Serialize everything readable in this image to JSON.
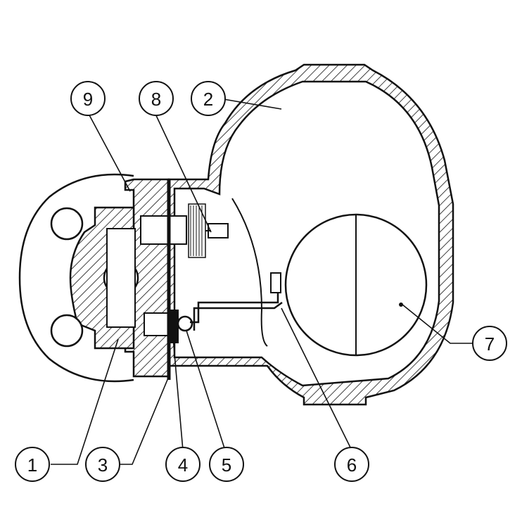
{
  "diagram": {
    "callouts": [
      {
        "id": "callout-1",
        "label": "1"
      },
      {
        "id": "callout-2",
        "label": "2"
      },
      {
        "id": "callout-3",
        "label": "3"
      },
      {
        "id": "callout-4",
        "label": "4"
      },
      {
        "id": "callout-5",
        "label": "5"
      },
      {
        "id": "callout-6",
        "label": "6"
      },
      {
        "id": "callout-7",
        "label": "7"
      },
      {
        "id": "callout-8",
        "label": "8"
      },
      {
        "id": "callout-9",
        "label": "9"
      }
    ],
    "colors": {
      "line": "#111111",
      "fill": "#ffffff"
    }
  }
}
